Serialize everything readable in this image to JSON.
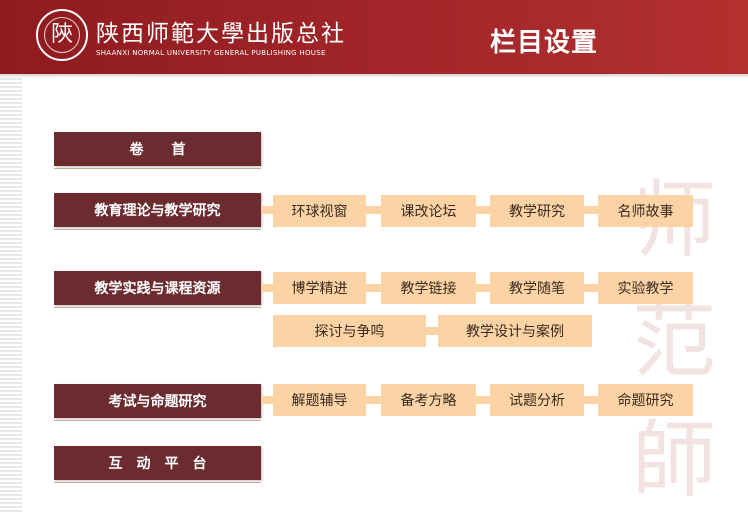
{
  "header": {
    "brand_cn": "陕西师範大學出版总社",
    "brand_en": "SHAANXI NORMAL UNIVERSITY GENERAL PUBLISHING HOUSE",
    "seal_glyph": "陝",
    "title": "栏目设置"
  },
  "watermark": {
    "chars": [
      "师",
      "范",
      "師"
    ]
  },
  "colors": {
    "header_red": "#a3262a",
    "category_brown": "#6b2b2f",
    "subitem_peach": "#fcd3a4"
  },
  "categories": [
    {
      "label": "卷　　首",
      "items": []
    },
    {
      "label": "教育理论与教学研究",
      "items": [
        "环球视窗",
        "课改论坛",
        "教学研究",
        "名师故事"
      ]
    },
    {
      "label": "教学实践与课程资源",
      "items": [
        "博学精进",
        "教学链接",
        "教学随笔",
        "实验教学",
        "探讨与争鸣",
        "教学设计与案例"
      ]
    },
    {
      "label": "考试与命题研究",
      "items": [
        "解题辅导",
        "备考方略",
        "试题分析",
        "命题研究"
      ]
    },
    {
      "label": "互　动　平　台",
      "items": []
    }
  ]
}
